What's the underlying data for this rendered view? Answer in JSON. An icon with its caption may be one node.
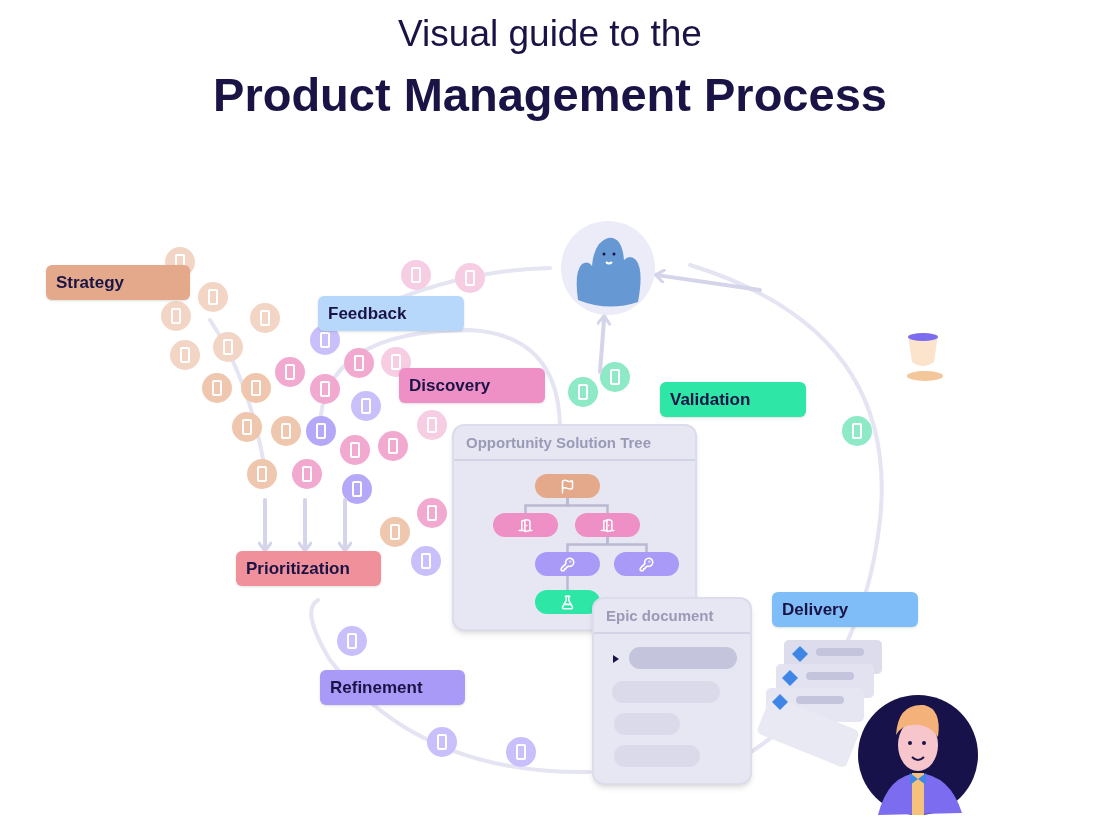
{
  "diagram": {
    "title": "Product Management Process",
    "nodes": [
      {
        "text": [
          "Strategy"
        ]
      },
      {
        "text": [
          "Feedback"
        ]
      },
      {
        "text": [
          "Discovery"
        ]
      },
      {
        "text": [
          "Validation"
        ]
      },
      {
        "text": [
          "Opportunity Solution Tree"
        ]
      },
      {
        "text": [],
        "shape": "box",
        "in": 4
      },
      {
        "text": [],
        "shape": "box",
        "in": 4
      },
      {
        "text": [],
        "shape": "box",
        "in": 4
      },
      {
        "text": [],
        "shape": "box",
        "in": 4
      },
      {
        "text": [],
        "shape": "box",
        "in": 4
      },
      {
        "text": [],
        "shape": "box",
        "in": 4
      },
      {
        "text": [
          "Epic document"
        ]
      },
      {
        "text": [
          "Delivery"
        ]
      },
      {
        "text": [
          "Prioritization"
        ]
      },
      {
        "text": [
          "Refinement"
        ]
      },
      {
        "text": [],
        "shape": "picture"
      },
      {
        "text": [],
        "shape": "picture"
      }
    ],
    "edges": [
      {
        "from": 5,
        "to": 6,
        "arrow": "none"
      },
      {
        "from": 5,
        "to": 7,
        "arrow": "none"
      },
      {
        "from": 7,
        "to": 8,
        "arrow": "none"
      },
      {
        "from": 7,
        "to": 9,
        "arrow": "none"
      },
      {
        "from": 8,
        "to": 10,
        "arrow": "none"
      },
      {
        "from": null,
        "to": 15,
        "arrow": "to"
      },
      {
        "from": null,
        "to": 15,
        "arrow": "to"
      },
      {
        "from": null,
        "to": 13,
        "arrow": "to"
      },
      {
        "from": null,
        "to": 13,
        "arrow": "to"
      },
      {
        "from": null,
        "to": 13,
        "arrow": "to"
      }
    ],
    "labels": [
      "Visual guide to the"
    ]
  }
}
